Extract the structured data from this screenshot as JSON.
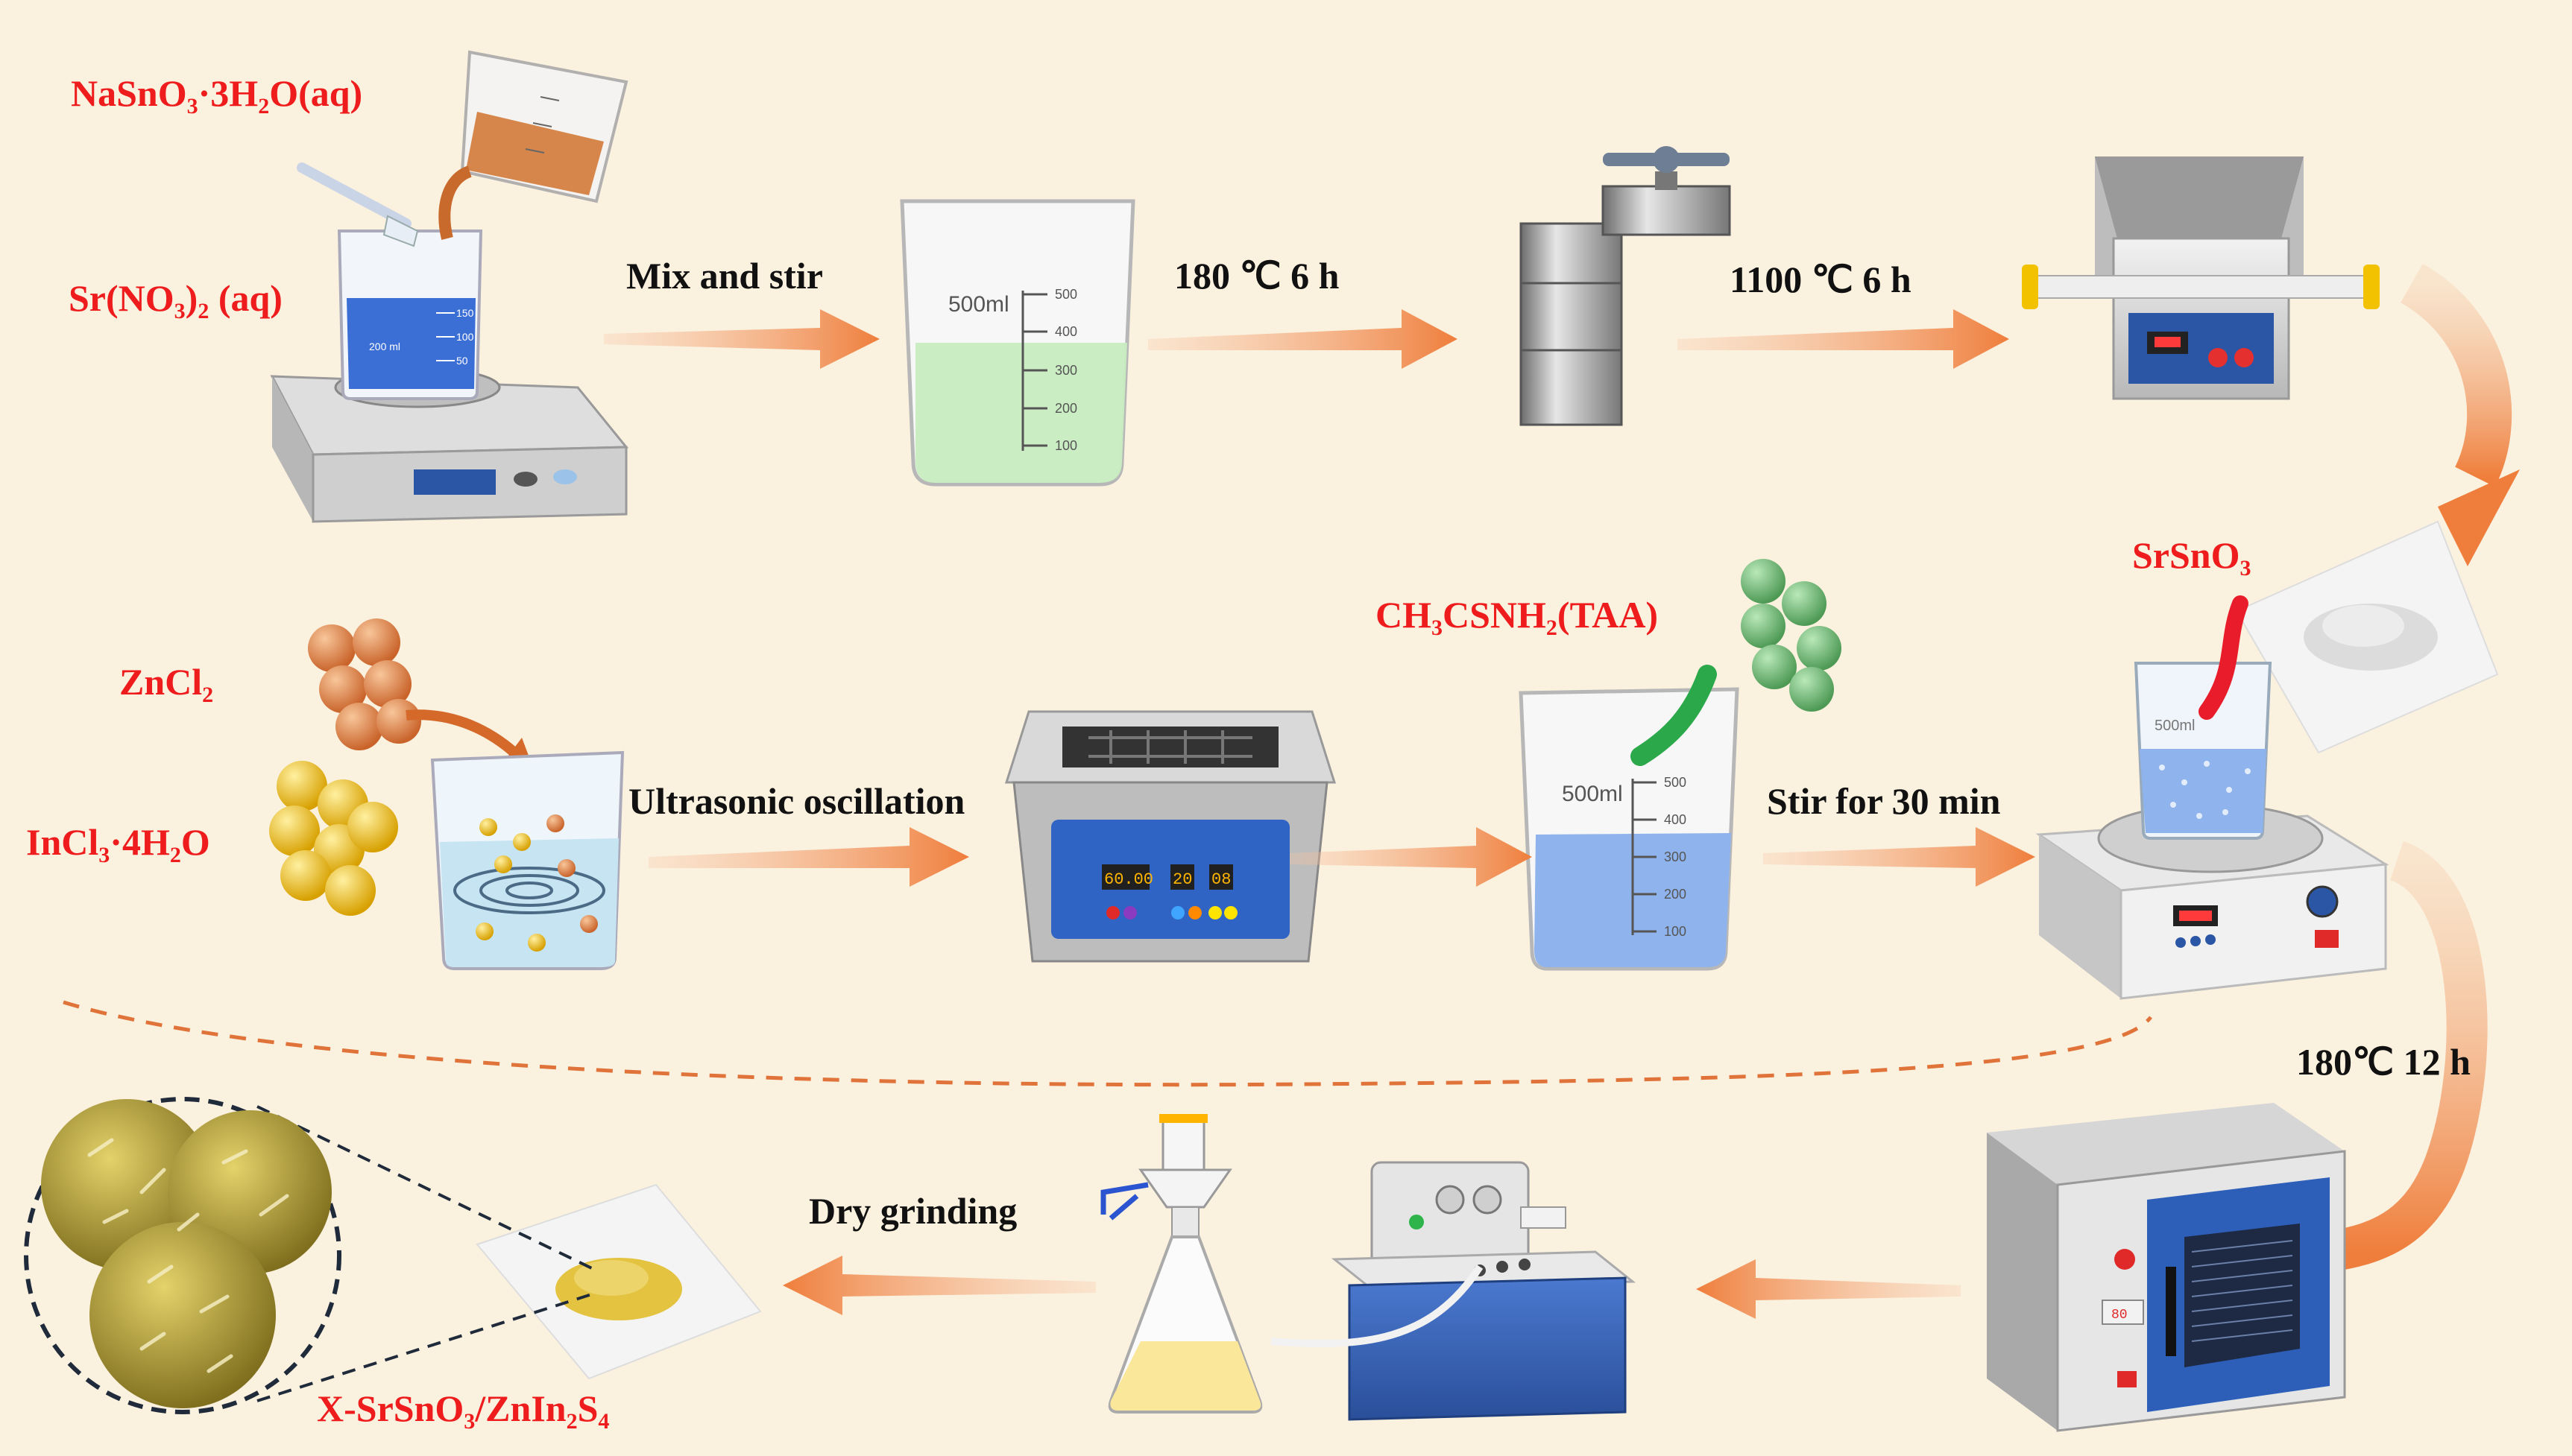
{
  "colors": {
    "background": "#fbf1df",
    "arrow": "#f08a4e",
    "reagent_text": "#ee1c1c",
    "step_text": "#111111",
    "sheet_blue": "#2b55a5",
    "green_solution": "#c7ecc0",
    "blue_solution": "#8fb3ec",
    "dust_yellow": "#e3c33f"
  },
  "reagents": {
    "nasno3": {
      "main": "NaSnO",
      "sub1": "3",
      "mid": "·3H",
      "sub2": "2",
      "tail": "O(aq)"
    },
    "srno3": {
      "main": "Sr(NO",
      "sub1": "3",
      "mid": ")",
      "sub2": "2",
      "tail": " (aq)"
    },
    "zncl2": {
      "main": "ZnCl",
      "sub1": "2"
    },
    "incl3": {
      "main": "InCl",
      "sub1": "3",
      "mid": "·4H",
      "sub2": "2",
      "tail": "O"
    },
    "taa": {
      "main": "CH",
      "sub1": "3",
      "mid": "CSNH",
      "sub2": "2",
      "tail": "(TAA)"
    },
    "srsno3": {
      "main": "SrSnO",
      "sub1": "3"
    },
    "product": {
      "main": "X-SrSnO",
      "sub1": "3",
      "mid": "/ZnIn",
      "sub2": "2",
      "tail": "S",
      "sub3": "4"
    }
  },
  "steps": {
    "mix": "Mix and stir",
    "hydro": "180 ℃ 6 h",
    "calcine": "1100 ℃ 6 h",
    "ultra": "Ultrasonic oscillation",
    "stir": "Stir for 30 min",
    "oven": "180℃  12 h",
    "dry": "Dry grinding"
  },
  "equipment": {
    "beaker_volume": "500ml",
    "beaker_ticks": [
      "500",
      "400",
      "300",
      "200",
      "100"
    ],
    "small_beaker_volume": "200 ml",
    "small_beaker_ticks": [
      "150",
      "100",
      "50"
    ],
    "ultrasonic_display": [
      "60.00",
      "20",
      "08"
    ],
    "oven_panel": "80"
  }
}
